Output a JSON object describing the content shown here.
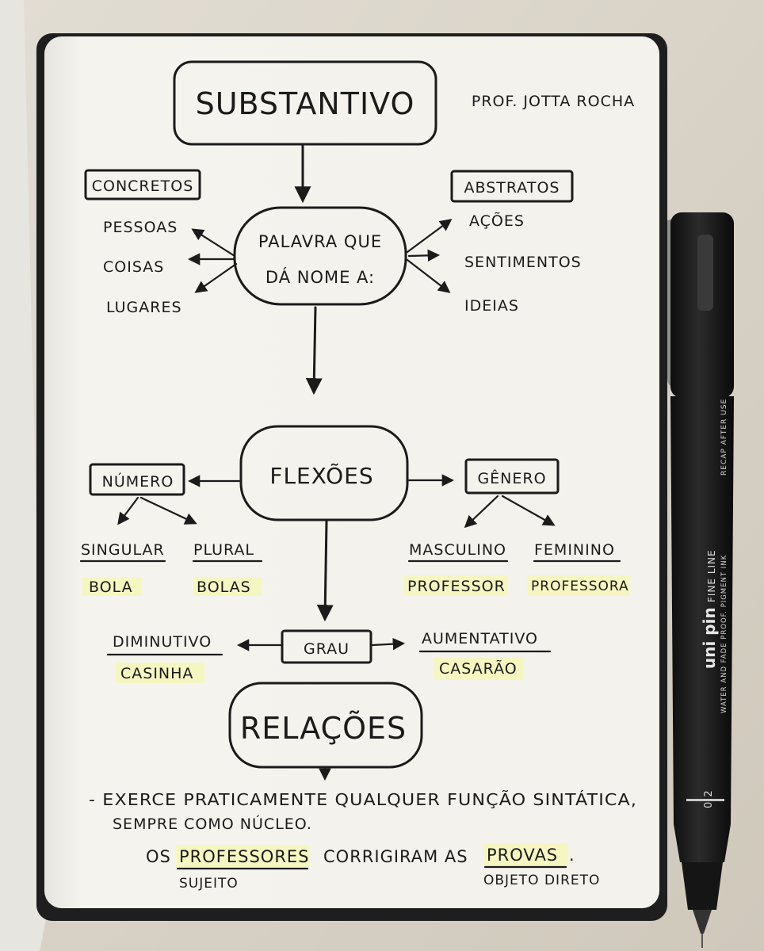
{
  "title": "SUBSTANTIVO",
  "author": "PROF. JOTTA ROCHA",
  "definition": [
    "PALAVRA QUE",
    "DÁ NOME A:"
  ],
  "concretos": {
    "label": "CONCRETOS",
    "items": [
      "PESSOAS",
      "COISAS",
      "LUGARES"
    ]
  },
  "abstratos": {
    "label": "ABSTRATOS",
    "items": [
      "AÇÕES",
      "SENTIMENTOS",
      "IDEIAS"
    ]
  },
  "flexoes": {
    "label": "FLEXÕES",
    "numero": {
      "label": "NÚMERO",
      "singular": "SINGULAR",
      "plural": "PLURAL",
      "singular_example": "BOLA",
      "plural_example": "BOLAS"
    },
    "genero": {
      "label": "GÊNERO",
      "masculino": "MASCULINO",
      "feminino": "FEMININO",
      "masculino_example": "PROFESSOR",
      "feminino_example": "PROFESSORA"
    },
    "grau": {
      "label": "GRAU",
      "diminutivo": "DIMINUTIVO",
      "aumentativo": "AUMENTATIVO",
      "diminutivo_example": "CASINHA",
      "aumentativo_example": "CASARÃO"
    }
  },
  "relacoes": {
    "label": "RELAÇÕES",
    "line1": "- EXERCE PRATICAMENTE QUALQUER FUNÇÃO SINTÁTICA,",
    "line2": "SEMPRE COMO NÚCLEO.",
    "example": {
      "w1": "OS",
      "w2": "PROFESSORES",
      "w3": "CORRIGIRAM AS",
      "w4": "PROVAS",
      "w5": ".",
      "subject_label": "SUJEITO",
      "object_label": "OBJETO DIRETO"
    }
  },
  "pen": {
    "brand": "uni pin",
    "model": "FINE LINE",
    "note1": "WATER AND FADE PROOF. PIGMENT INK",
    "note2": "RECAP AFTER USE",
    "size": "0.2"
  },
  "colors": {
    "ink": "#1b1b1b",
    "paper": "#f3f2ed",
    "highlight": "#f5f7b8",
    "pen_body": "#1a1a1a"
  }
}
